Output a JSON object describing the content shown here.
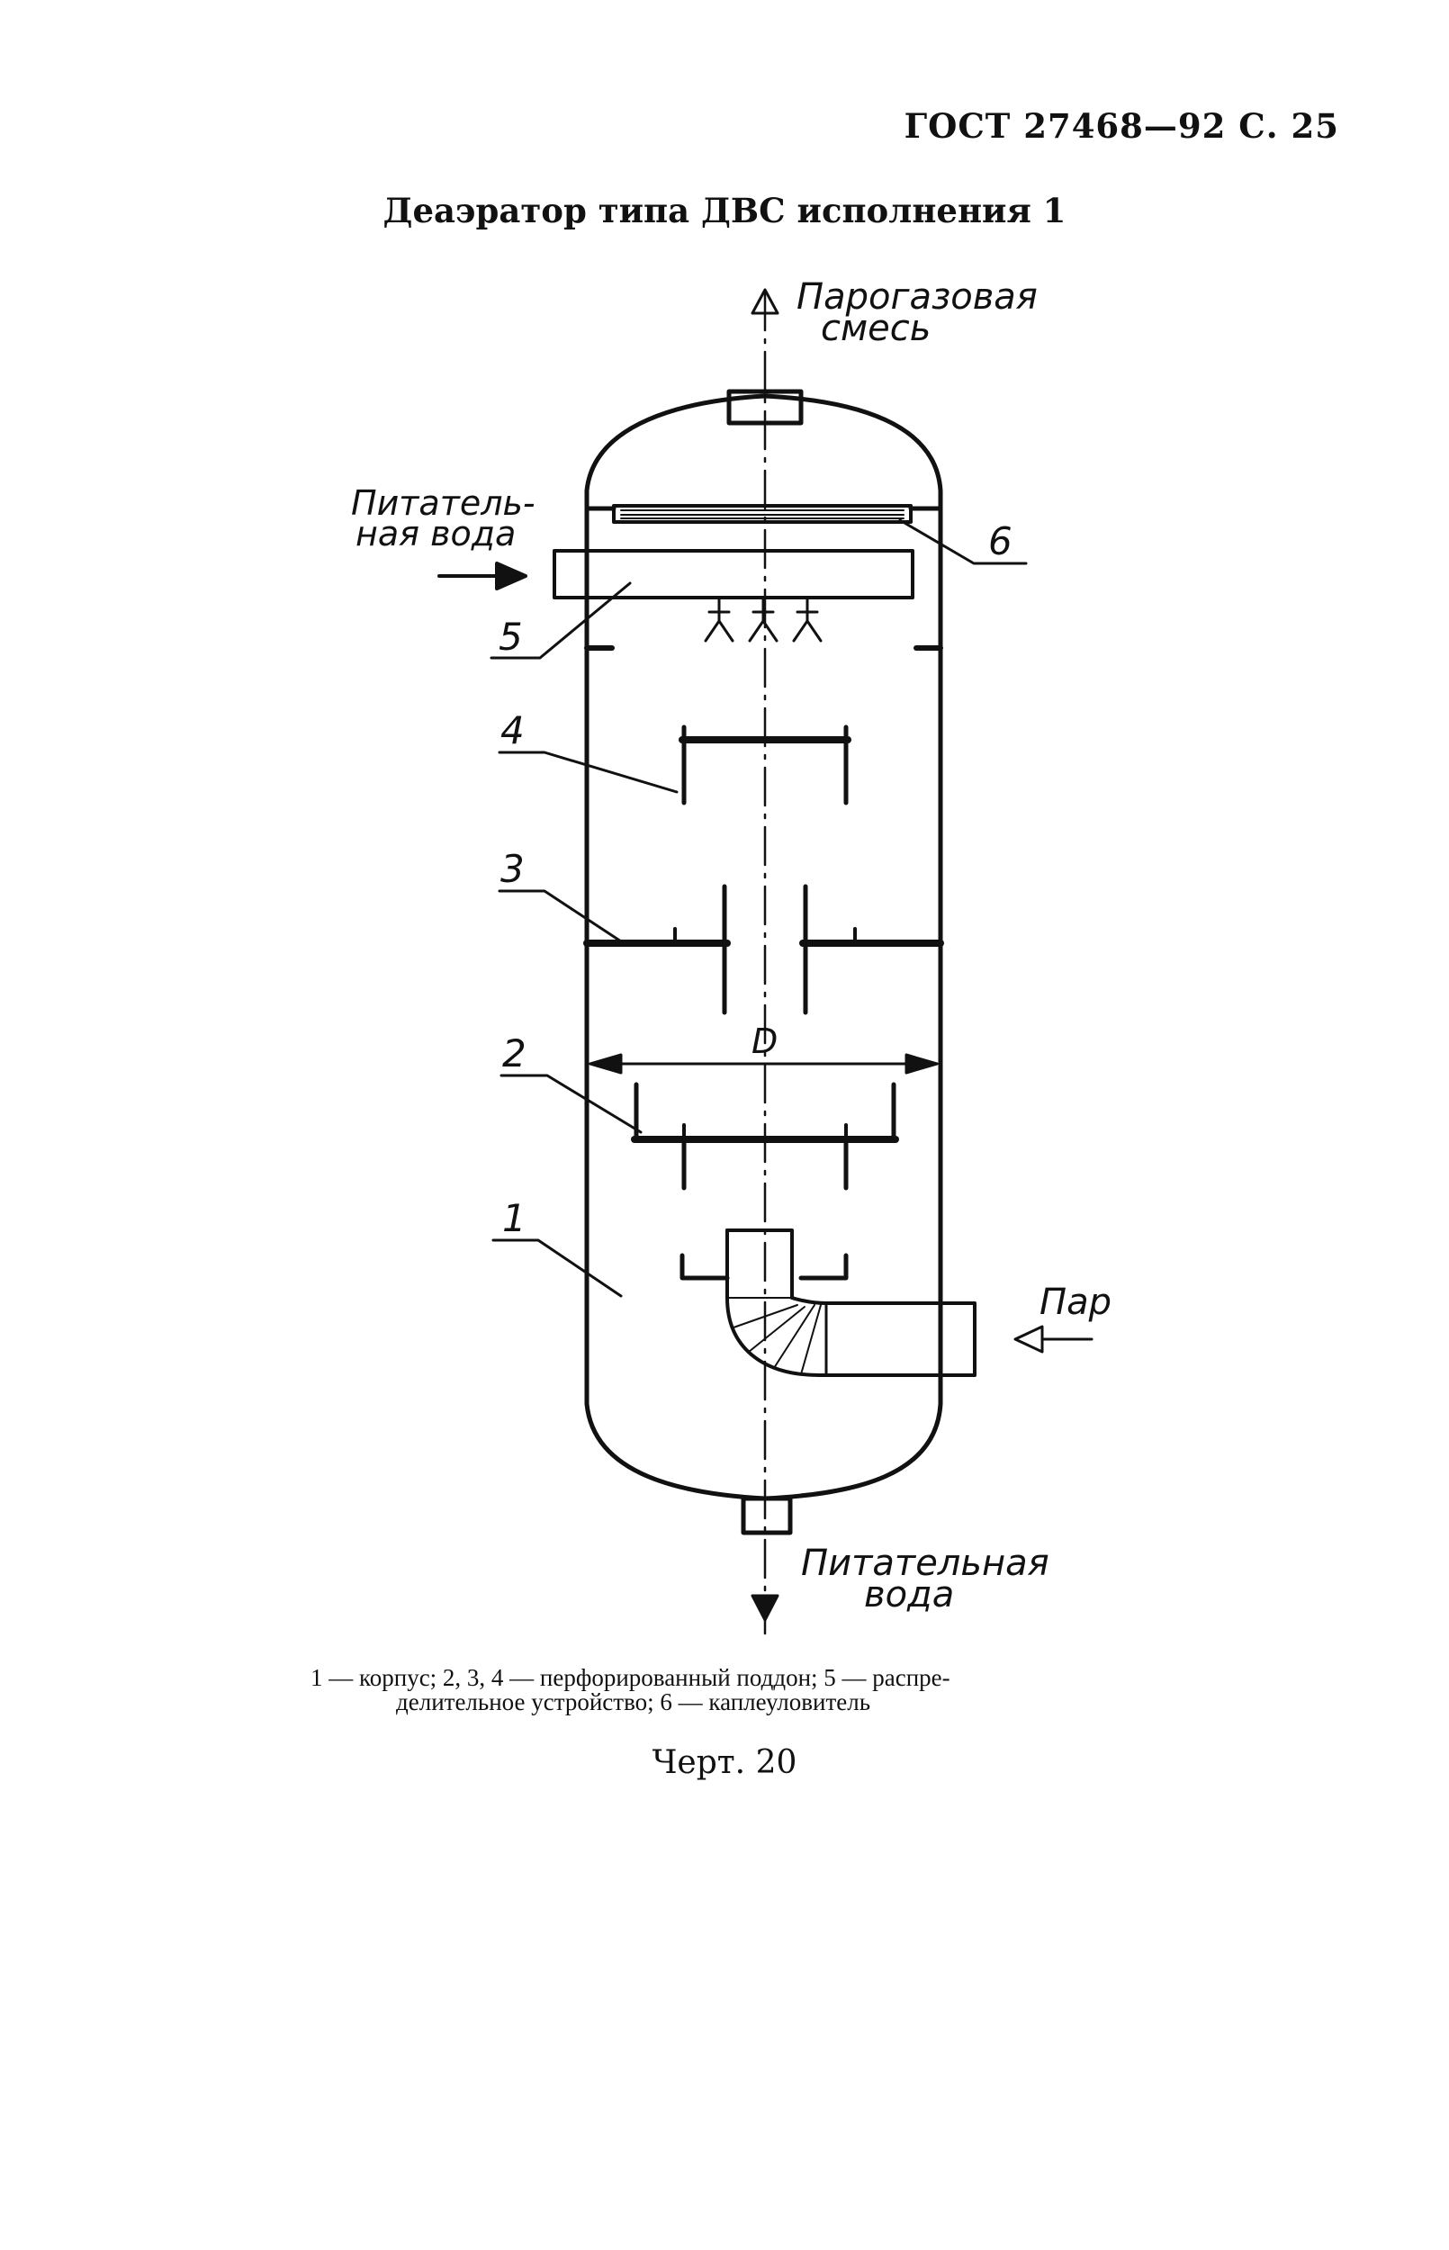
{
  "header": {
    "doc_ref": "ГОСТ 27468—92 С. 25"
  },
  "title": "Деаэратор типа ДВС исполнения 1",
  "diagram": {
    "flows": {
      "top_outlet_line1": "Парогазовая",
      "top_outlet_line2": "смесь",
      "feed_water_in_line1": "Питатель-",
      "feed_water_in_line2": "ная вода",
      "steam_in": "Пар",
      "bottom_outlet_line1": "Питательная",
      "bottom_outlet_line2": "вода"
    },
    "callouts": [
      "1",
      "2",
      "3",
      "4",
      "5",
      "6"
    ],
    "dimension_label": "D"
  },
  "caption": {
    "line1": "1 — корпус; 2, 3, 4 — перфорированный поддон; 5 — распре-",
    "line2": "делительное устройство; 6 — каплеуловитель"
  },
  "figure_number": "Черт. 20"
}
